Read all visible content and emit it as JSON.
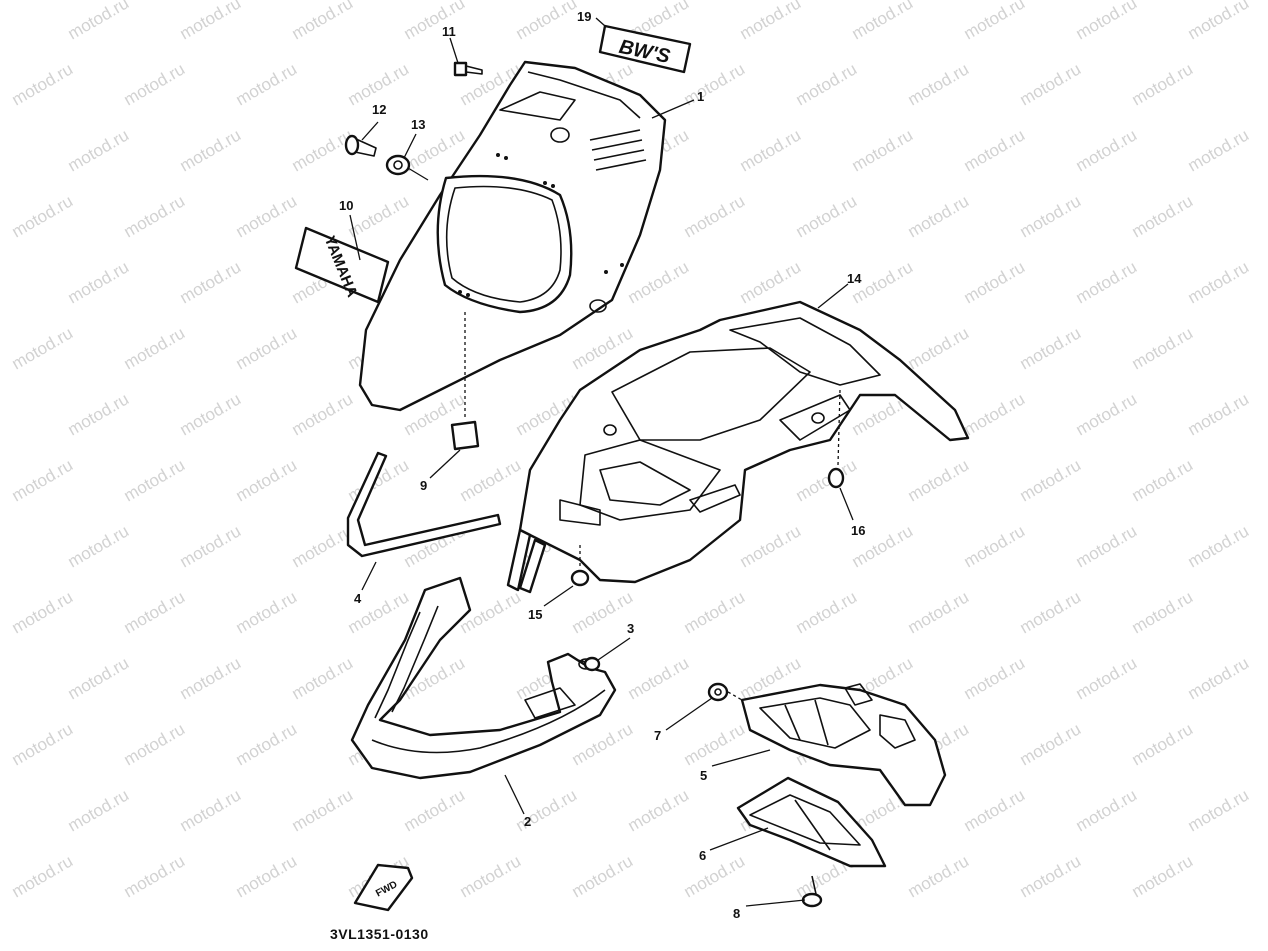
{
  "watermark": "motod.ru",
  "diagram_code": "3VL1351-0130",
  "emblems": {
    "bws": "BW'S",
    "yamaha": "YAMAHA",
    "fwd": "FWD"
  },
  "callouts": [
    {
      "id": "c1",
      "label": "1"
    },
    {
      "id": "c2",
      "label": "2"
    },
    {
      "id": "c3",
      "label": "3"
    },
    {
      "id": "c4",
      "label": "4"
    },
    {
      "id": "c5",
      "label": "5"
    },
    {
      "id": "c6",
      "label": "6"
    },
    {
      "id": "c7",
      "label": "7"
    },
    {
      "id": "c8",
      "label": "8"
    },
    {
      "id": "c9",
      "label": "9"
    },
    {
      "id": "c10",
      "label": "10"
    },
    {
      "id": "c11",
      "label": "11"
    },
    {
      "id": "c12",
      "label": "12"
    },
    {
      "id": "c13",
      "label": "13"
    },
    {
      "id": "c14",
      "label": "14"
    },
    {
      "id": "c15",
      "label": "15"
    },
    {
      "id": "c16",
      "label": "16"
    },
    {
      "id": "c19",
      "label": "19"
    }
  ]
}
